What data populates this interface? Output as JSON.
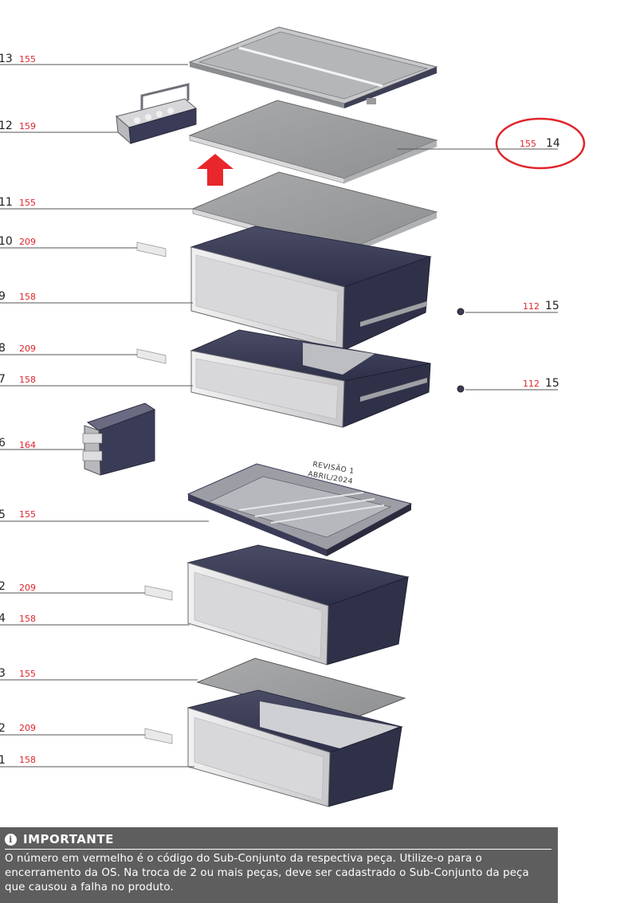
{
  "callouts": [
    {
      "id": "c13",
      "number": "13",
      "code": "155"
    },
    {
      "id": "c12",
      "number": "12",
      "code": "159"
    },
    {
      "id": "c14",
      "number": "14",
      "code": "155"
    },
    {
      "id": "c11",
      "number": "11",
      "code": "155"
    },
    {
      "id": "c10",
      "number": "10",
      "code": "209"
    },
    {
      "id": "c9",
      "number": "9",
      "code": "158"
    },
    {
      "id": "c15a",
      "number": "15",
      "code": "112"
    },
    {
      "id": "c8",
      "number": "8",
      "code": "209"
    },
    {
      "id": "c7",
      "number": "7",
      "code": "158"
    },
    {
      "id": "c15b",
      "number": "15",
      "code": "112"
    },
    {
      "id": "c6",
      "number": "6",
      "code": "164"
    },
    {
      "id": "c5",
      "number": "5",
      "code": "155"
    },
    {
      "id": "c2a",
      "number": "2",
      "code": "209"
    },
    {
      "id": "c4",
      "number": "4",
      "code": "158"
    },
    {
      "id": "c3",
      "number": "3",
      "code": "155"
    },
    {
      "id": "c2b",
      "number": "2",
      "code": "209"
    },
    {
      "id": "c1",
      "number": "1",
      "code": "158"
    }
  ],
  "revision": {
    "line1": "REVISÃO 1",
    "line2": "ABRIL/2024"
  },
  "notice": {
    "icon": "info-icon",
    "title": "IMPORTANTE",
    "text": "O número em vermelho é o código do Sub-Conjunto da respectiva peça. Utilize-o para o encerramento da OS. Na troca de 2 ou mais peças, deve ser cadastrado o Sub-Conjunto da peça que causou a falha no produto."
  },
  "colors": {
    "highlight": "#e0242b",
    "arrow": "#e8262c",
    "notice_bg": "#5e5e5f",
    "part_dark": "#3a3b57",
    "part_light": "#dcdcdc"
  }
}
